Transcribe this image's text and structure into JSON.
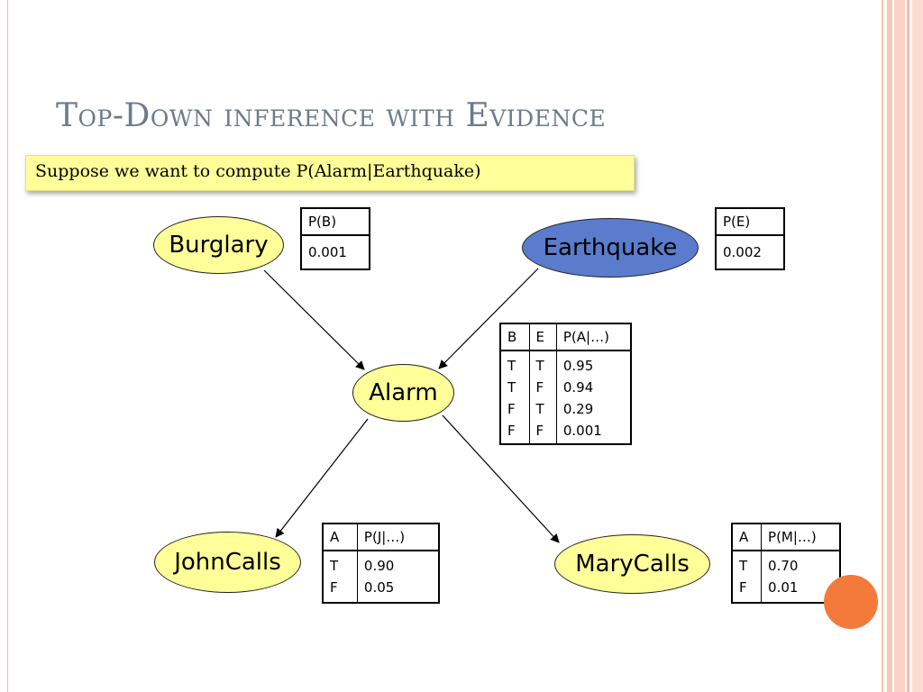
{
  "slide": {
    "title": "Top-Down inference with Evidence",
    "evidence_text": "Suppose we want to compute P(Alarm|Earthquake)"
  },
  "nodes": {
    "burglary": "Burglary",
    "earthquake": "Earthquake",
    "alarm": "Alarm",
    "johncalls": "JohnCalls",
    "marycalls": "MaryCalls"
  },
  "colors": {
    "node_fill": "#ffff99",
    "evidence_node_fill": "#5b7ccc",
    "title": "#6b7c8a",
    "accent_dot": "#f47a3c"
  },
  "cpt": {
    "pb": {
      "header": "P(B)",
      "value": "0.001"
    },
    "pe": {
      "header": "P(E)",
      "value": "0.002"
    },
    "pa": {
      "headers": [
        "B",
        "E",
        "P(A|…)"
      ],
      "rows": [
        [
          "T",
          "T",
          "0.95"
        ],
        [
          "T",
          "F",
          "0.94"
        ],
        [
          "F",
          "T",
          "0.29"
        ],
        [
          "F",
          "F",
          "0.001"
        ]
      ]
    },
    "pj": {
      "headers": [
        "A",
        "P(J|…)"
      ],
      "rows": [
        [
          "T",
          "0.90"
        ],
        [
          "F",
          "0.05"
        ]
      ]
    },
    "pm": {
      "headers": [
        "A",
        "P(M|…)"
      ],
      "rows": [
        [
          "T",
          "0.70"
        ],
        [
          "F",
          "0.01"
        ]
      ]
    }
  }
}
